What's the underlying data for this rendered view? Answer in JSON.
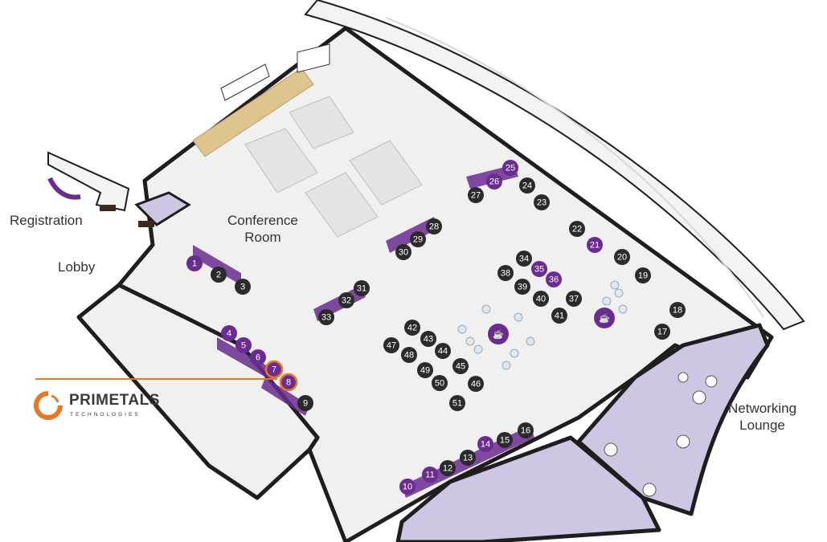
{
  "areas": {
    "registration": "Registration",
    "lobby": "Lobby",
    "conference_line1": "Conference",
    "conference_line2": "Room",
    "networking_line1": "Networking",
    "networking_line2": "Lounge"
  },
  "logo": {
    "name": "PRIMETALS",
    "sub": "TECHNOLOGIES",
    "highlighted_booths": [
      "7",
      "8"
    ]
  },
  "colors": {
    "booth_available": "#2b2b2b",
    "booth_reserved": "#6a2c91",
    "highlight": "#e87722",
    "lounge": "#cfc6e3"
  },
  "icons": [
    "coffee-cup-icon",
    "coffee-cup-icon"
  ],
  "booths": [
    {
      "n": "1",
      "s": "reserved"
    },
    {
      "n": "2",
      "s": "available"
    },
    {
      "n": "3",
      "s": "available"
    },
    {
      "n": "4",
      "s": "reserved"
    },
    {
      "n": "5",
      "s": "reserved"
    },
    {
      "n": "6",
      "s": "reserved"
    },
    {
      "n": "7",
      "s": "reserved"
    },
    {
      "n": "8",
      "s": "reserved"
    },
    {
      "n": "9",
      "s": "available"
    },
    {
      "n": "10",
      "s": "reserved"
    },
    {
      "n": "11",
      "s": "reserved"
    },
    {
      "n": "12",
      "s": "available"
    },
    {
      "n": "13",
      "s": "available"
    },
    {
      "n": "14",
      "s": "reserved"
    },
    {
      "n": "15",
      "s": "available"
    },
    {
      "n": "16",
      "s": "available"
    },
    {
      "n": "17",
      "s": "available"
    },
    {
      "n": "18",
      "s": "available"
    },
    {
      "n": "19",
      "s": "available"
    },
    {
      "n": "20",
      "s": "available"
    },
    {
      "n": "21",
      "s": "reserved"
    },
    {
      "n": "22",
      "s": "available"
    },
    {
      "n": "23",
      "s": "available"
    },
    {
      "n": "24",
      "s": "available"
    },
    {
      "n": "25",
      "s": "reserved"
    },
    {
      "n": "26",
      "s": "reserved"
    },
    {
      "n": "27",
      "s": "available"
    },
    {
      "n": "28",
      "s": "available"
    },
    {
      "n": "29",
      "s": "available"
    },
    {
      "n": "30",
      "s": "available"
    },
    {
      "n": "31",
      "s": "available"
    },
    {
      "n": "32",
      "s": "available"
    },
    {
      "n": "33",
      "s": "available"
    },
    {
      "n": "34",
      "s": "available"
    },
    {
      "n": "35",
      "s": "reserved"
    },
    {
      "n": "36",
      "s": "reserved"
    },
    {
      "n": "37",
      "s": "available"
    },
    {
      "n": "38",
      "s": "available"
    },
    {
      "n": "39",
      "s": "available"
    },
    {
      "n": "40",
      "s": "available"
    },
    {
      "n": "41",
      "s": "available"
    },
    {
      "n": "42",
      "s": "available"
    },
    {
      "n": "43",
      "s": "available"
    },
    {
      "n": "44",
      "s": "available"
    },
    {
      "n": "45",
      "s": "available"
    },
    {
      "n": "46",
      "s": "available"
    },
    {
      "n": "47",
      "s": "available"
    },
    {
      "n": "48",
      "s": "available"
    },
    {
      "n": "49",
      "s": "available"
    },
    {
      "n": "50",
      "s": "available"
    },
    {
      "n": "51",
      "s": "available"
    }
  ]
}
